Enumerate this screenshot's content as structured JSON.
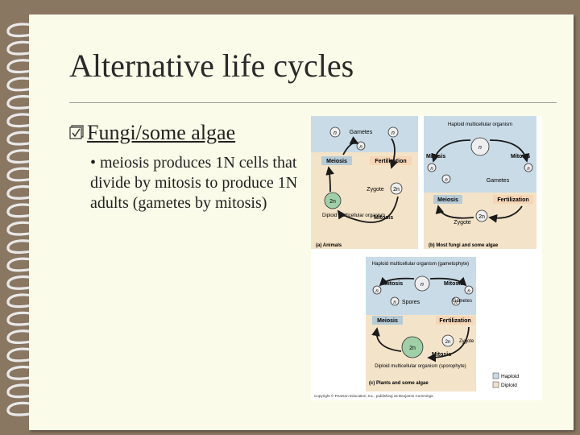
{
  "slide": {
    "title": "Alternative life cycles",
    "bullet_level1": "Fungi/some algae",
    "bullet_level2": "• meiosis produces 1N cells that divide by mitosis to produce 1N adults (gametes by mitosis)"
  },
  "figure": {
    "panel_a": {
      "n1": "n",
      "n2": "n",
      "n3": "n",
      "gametes": "Gametes",
      "meiosis": "Meiosis",
      "fertilization": "Fertilization",
      "zygote": "Zygote",
      "zygote_2n": "2n",
      "diploid_2n": "2n",
      "diploid_label": "Diploid multicellular organism",
      "mitosis": "Mitosis",
      "caption": "(a) Animals"
    },
    "panel_b": {
      "haploid_label": "Haploid multicellular organism",
      "n_center": "n",
      "mitosis_left": "Mitosis",
      "mitosis_right": "Mitosis",
      "n_left": "n",
      "n_right": "n",
      "n_mid": "n",
      "gametes": "Gametes",
      "meiosis": "Meiosis",
      "fertilization": "Fertilization",
      "zygote_2n": "2n",
      "zygote": "Zygote",
      "caption": "(b) Most fungi and some algae"
    },
    "panel_c": {
      "haploid_label": "Haploid multicellular organism (gametophyte)",
      "mitosis_left": "Mitosis",
      "mitosis_right": "Mitosis",
      "n_center": "n",
      "n_left": "n",
      "n_right": "n",
      "n_spores": "n",
      "spores": "Spores",
      "n_gametes": "n",
      "gametes": "Gametes",
      "meiosis": "Meiosis",
      "fertilization": "Fertilization",
      "zygote_2n": "2n",
      "zygote": "Zygote",
      "diploid_2n": "2n",
      "mitosis_bottom": "Mitosis",
      "diploid_label": "Diploid multicellular organism (sporophyte)",
      "caption": "(c) Plants and some algae"
    },
    "legend": {
      "haploid": "Haploid",
      "diploid": "Diploid"
    },
    "copyright": "Copyright © Pearson Education, Inc., publishing as Benjamin Cummings."
  },
  "colors": {
    "haploid_fill": "#c9dbe7",
    "diploid_fill": "#f3e3c8",
    "haploid_tag": "#f6d6b6",
    "meiosis_tag": "#b7cbd6",
    "circle_fill": "#eeeeee",
    "arrow": "#1a1a1a"
  }
}
